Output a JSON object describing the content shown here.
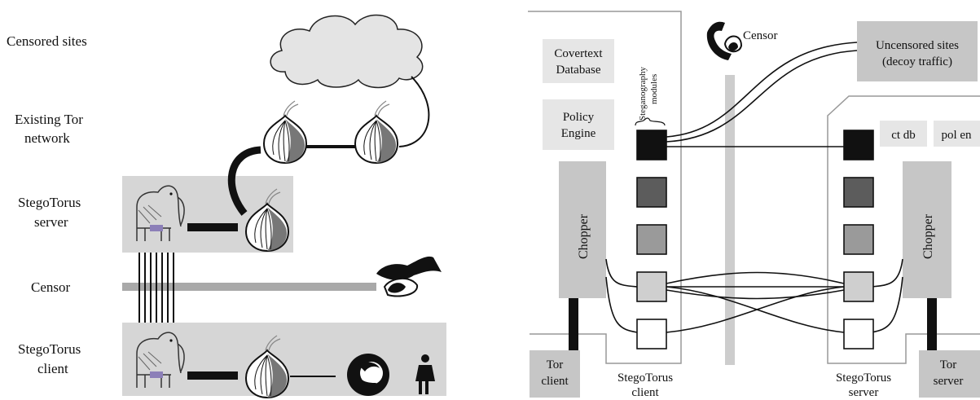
{
  "left": {
    "row_labels": {
      "censored_sites": "Censored sites",
      "tor_network_1": "Existing Tor",
      "tor_network_2": "network",
      "server_1": "StegoTorus",
      "server_2": "server",
      "censor": "Censor",
      "client_1": "StegoTorus",
      "client_2": "client"
    },
    "icons": [
      "cloud-icon",
      "onion-icon",
      "elephant-icon",
      "hand-icon",
      "firefox-icon",
      "person-icon"
    ]
  },
  "right": {
    "censor_label": "Censor",
    "uncensored_1": "Uncensored sites",
    "uncensored_2": "(decoy traffic)",
    "covertext_1": "Covertext",
    "covertext_2": "Database",
    "policy_1": "Policy",
    "policy_2": "Engine",
    "steg_1": "Steganography",
    "steg_2": "modules",
    "chopper_client": "Chopper",
    "chopper_server": "Chopper",
    "ct_db": "ct db",
    "pol_en": "pol en",
    "tor_client_1": "Tor",
    "tor_client_2": "client",
    "tor_server_1": "Tor",
    "tor_server_2": "server",
    "st_client_1": "StegoTorus",
    "st_client_2": "client",
    "st_server_1": "StegoTorus",
    "st_server_2": "server",
    "module_colors": [
      "#111111",
      "#5c5c5c",
      "#9a9a9a",
      "#cfcfcf",
      "#ffffff"
    ]
  },
  "colors": {
    "panel": "#d6d6d6",
    "censor_bar": "#a9a9a9",
    "wire": "#111111"
  }
}
